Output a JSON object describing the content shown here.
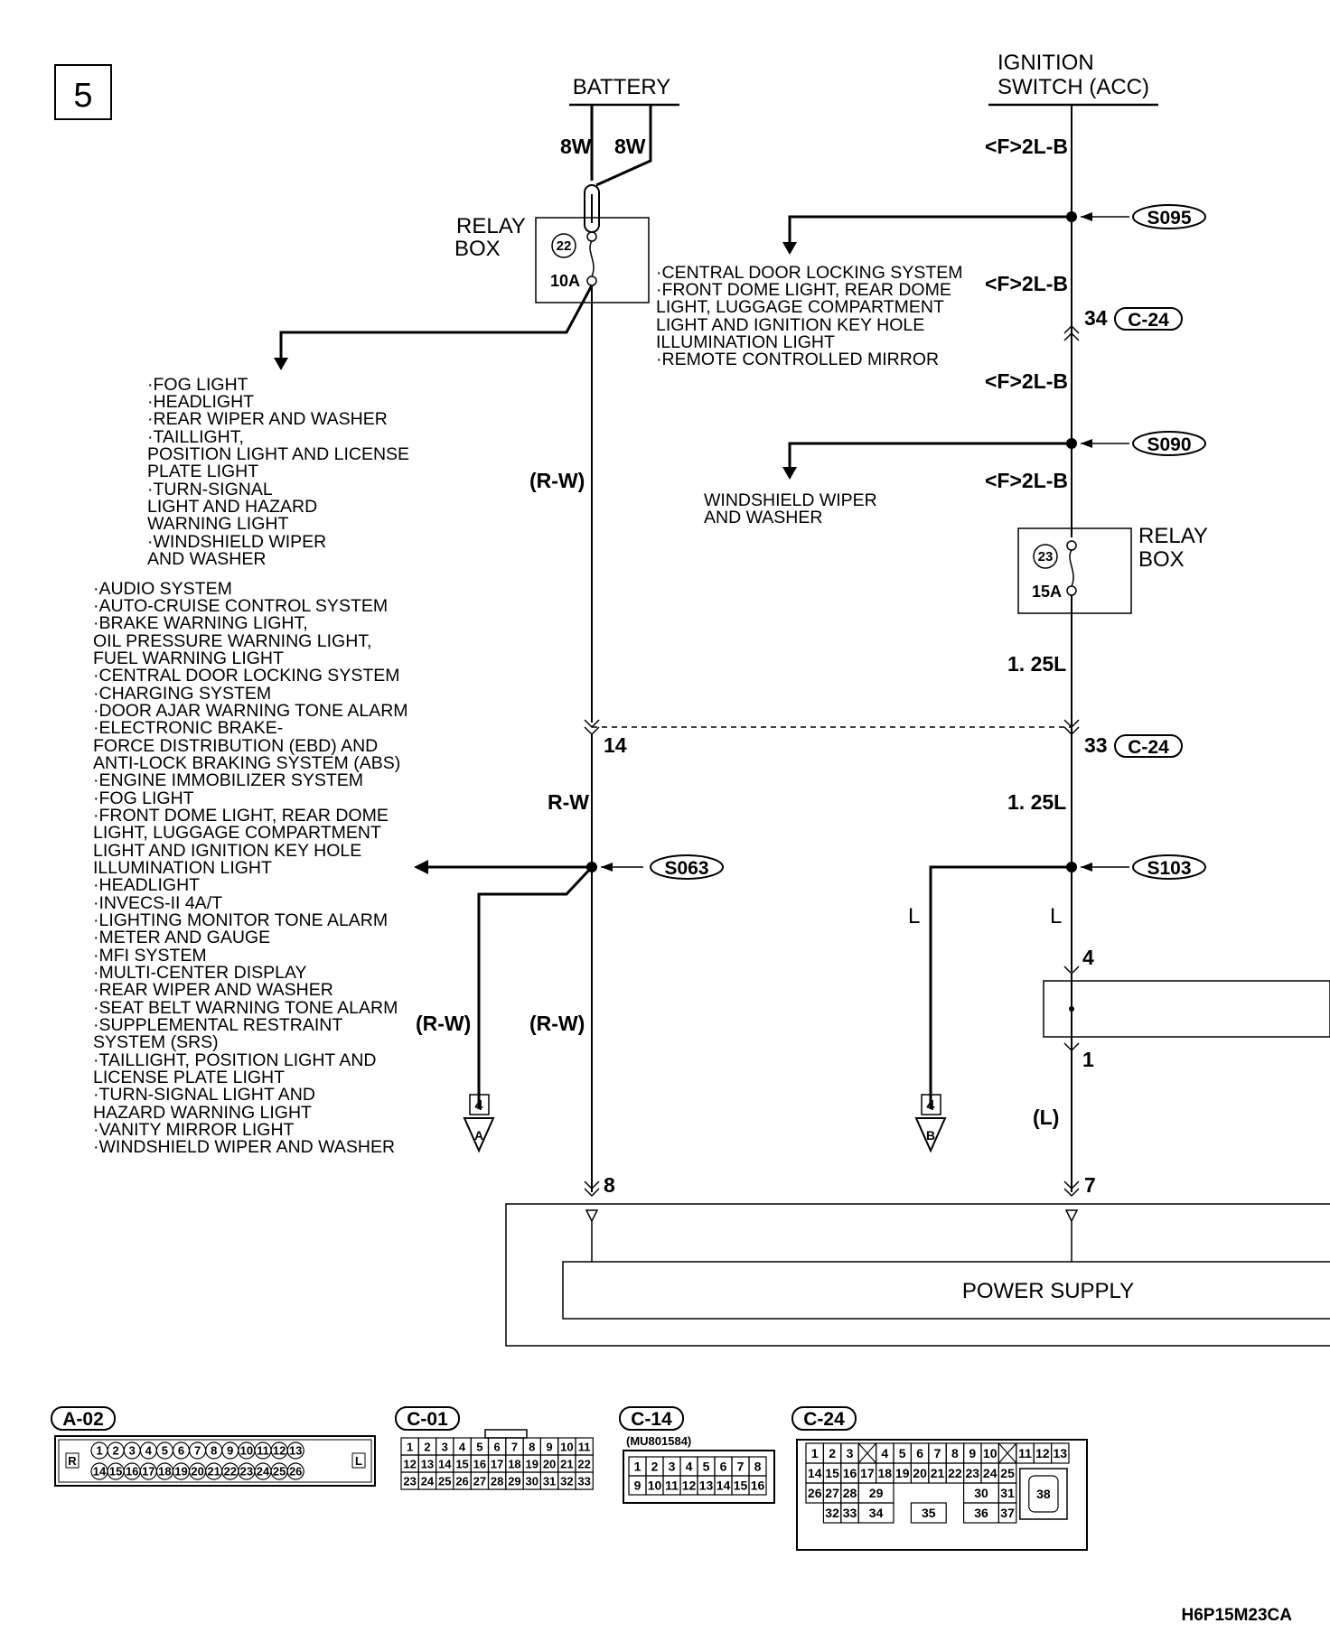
{
  "page_number": "5",
  "source_battery": "BATTERY",
  "source_ignition": [
    "IGNITION",
    "SWITCH (ACC)"
  ],
  "wire_labels": {
    "bat_left": "8W",
    "bat_right": "8W",
    "rw_paren_upper": "(R-W)",
    "rw_main": "R-W",
    "rw_paren_lower": "(R-W)",
    "rw_paren_branch": "(R-W)",
    "f2lb_1": "<F>2L-B",
    "f2lb_2": "<F>2L-B",
    "f2lb_3": "<F>2L-B",
    "f2lb_4": "<F>2L-B",
    "l125_1": "1. 25L",
    "l125_2": "1. 25L",
    "l_left": "L",
    "l_right": "L",
    "l_paren": "(L)"
  },
  "relay_box_left": {
    "title": [
      "RELAY",
      "BOX"
    ],
    "fuse_no": "22",
    "rating": "10A"
  },
  "relay_box_right": {
    "title": [
      "RELAY",
      "BOX"
    ],
    "fuse_no": "23",
    "rating": "15A"
  },
  "splices": {
    "s095": "S095",
    "s090": "S090",
    "s063": "S063",
    "s103": "S103"
  },
  "connector_refs": {
    "c24_34": {
      "pin": "34",
      "name": "C-24"
    },
    "c24_33": {
      "pin": "33",
      "name": "C-24"
    },
    "pin_14": "14",
    "pin_8": "8",
    "pin_7": "7",
    "pin_4": "4",
    "pin_1": "1"
  },
  "continuations": {
    "a": {
      "page": "4",
      "letter": "A"
    },
    "b": {
      "page": "4",
      "letter": "B"
    }
  },
  "branch_s095": [
    "·CENTRAL DOOR LOCKING SYSTEM",
    "·FRONT DOME LIGHT, REAR DOME",
    " LIGHT, LUGGAGE COMPARTMENT",
    " LIGHT AND IGNITION KEY HOLE",
    " ILLUMINATION LIGHT",
    "·REMOTE CONTROLLED MIRROR"
  ],
  "branch_relay": [
    "·FOG LIGHT",
    "·HEADLIGHT",
    "·REAR WIPER AND WASHER",
    "·TAILLIGHT,",
    " POSITION LIGHT AND LICENSE",
    " PLATE LIGHT",
    "·TURN-SIGNAL",
    " LIGHT AND HAZARD",
    " WARNING LIGHT",
    "·WINDSHIELD WIPER",
    " AND WASHER"
  ],
  "branch_s090": [
    "WINDSHIELD WIPER",
    "AND WASHER"
  ],
  "branch_s063": [
    "·AUDIO SYSTEM",
    "·AUTO-CRUISE CONTROL SYSTEM",
    "·BRAKE WARNING LIGHT,",
    " OIL PRESSURE WARNING LIGHT,",
    " FUEL WARNING LIGHT",
    "·CENTRAL DOOR LOCKING SYSTEM",
    "·CHARGING SYSTEM",
    "·DOOR AJAR WARNING TONE ALARM",
    "·ELECTRONIC BRAKE-",
    " FORCE DISTRIBUTION (EBD) AND",
    " ANTI-LOCK BRAKING SYSTEM (ABS)",
    "·ENGINE IMMOBILIZER SYSTEM",
    "·FOG LIGHT",
    "·FRONT DOME LIGHT, REAR DOME",
    " LIGHT, LUGGAGE COMPARTMENT",
    " LIGHT AND IGNITION KEY HOLE",
    " ILLUMINATION LIGHT",
    "·HEADLIGHT",
    "·INVECS-II 4A/T",
    "·LIGHTING MONITOR TONE ALARM",
    "·METER AND GAUGE",
    "·MFI SYSTEM",
    "·MULTI-CENTER DISPLAY",
    "·REAR WIPER AND WASHER",
    "·SEAT BELT WARNING TONE ALARM",
    "·SUPPLEMENTAL RESTRAINT",
    " SYSTEM (SRS)",
    "·TAILLIGHT, POSITION LIGHT AND",
    " LICENSE PLATE LIGHT",
    "·TURN-SIGNAL LIGHT AND",
    " HAZARD WARNING LIGHT",
    "·VANITY MIRROR LIGHT",
    "·WINDSHIELD WIPER AND WASHER"
  ],
  "power_supply": "POWER SUPPLY",
  "connectors": {
    "a02": {
      "name": "A-02",
      "left_tag": "R",
      "right_tag": "L",
      "top": [
        "1",
        "2",
        "3",
        "4",
        "5",
        "6",
        "7",
        "8",
        "9",
        "10",
        "11",
        "12",
        "13"
      ],
      "bottom": [
        "14",
        "15",
        "16",
        "17",
        "18",
        "19",
        "20",
        "21",
        "22",
        "23",
        "24",
        "25",
        "26"
      ]
    },
    "c01": {
      "name": "C-01",
      "rows": [
        [
          "1",
          "2",
          "3",
          "4",
          "5",
          "6",
          "7",
          "8",
          "9",
          "10",
          "11"
        ],
        [
          "12",
          "13",
          "14",
          "15",
          "16",
          "17",
          "18",
          "19",
          "20",
          "21",
          "22"
        ],
        [
          "23",
          "24",
          "25",
          "26",
          "27",
          "28",
          "29",
          "30",
          "31",
          "32",
          "33"
        ]
      ]
    },
    "c14": {
      "name": "C-14",
      "part_no": "(MU801584)",
      "rows": [
        [
          "1",
          "2",
          "3",
          "4",
          "5",
          "6",
          "7",
          "8"
        ],
        [
          "9",
          "10",
          "11",
          "12",
          "13",
          "14",
          "15",
          "16"
        ]
      ]
    },
    "c24": {
      "name": "C-24",
      "row1": [
        "1",
        "2",
        "3",
        "X",
        "4",
        "5",
        "6",
        "7",
        "8",
        "9",
        "10",
        "X",
        "11",
        "12",
        "13"
      ],
      "row2": [
        "14",
        "15",
        "16",
        "17",
        "18",
        "19",
        "20",
        "21",
        "22",
        "23",
        "24",
        "25"
      ],
      "row3": [
        "26",
        "27",
        "28",
        "29",
        "30",
        "31"
      ],
      "row4": [
        "32",
        "33",
        "34",
        "35",
        "36",
        "37"
      ],
      "big": "38"
    }
  },
  "figure_code": "H6P15M23CA"
}
